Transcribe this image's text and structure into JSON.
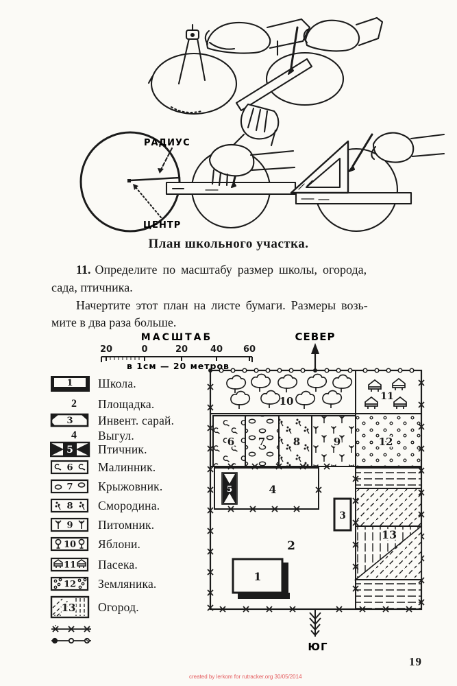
{
  "figure_labels": {
    "radius": "РАДИУС",
    "center": "ЦЕНТР"
  },
  "heading": "План школьного участка.",
  "problem": {
    "number": "11.",
    "line1": "Определите по масштабу размер школы, огорода,",
    "line2": "сада, птичника.",
    "line3": "Начертите этот план на листе бумаги. Размеры возь-",
    "line4": "мите в два раза больше."
  },
  "scale": {
    "title": "МАСШТАБ",
    "ticks": [
      "20",
      "0",
      "20",
      "40",
      "60"
    ],
    "caption": "в 1см — 20 метров"
  },
  "compass": {
    "north": "СЕВЕР",
    "south": "ЮГ"
  },
  "legend": {
    "items": [
      {
        "num": "1",
        "label": "Школа.",
        "symbol": "school-box"
      },
      {
        "num": "2",
        "label": "Площадка.",
        "symbol": "none"
      },
      {
        "num": "3",
        "label": "Инвент. сарай.",
        "symbol": "shed-box"
      },
      {
        "num": "4",
        "label": "Выгул.",
        "symbol": "none"
      },
      {
        "num": "5",
        "label": "Птичник.",
        "symbol": "poultry-house-box"
      },
      {
        "num": "6",
        "label": "Малинник.",
        "symbol": "raspberry-box"
      },
      {
        "num": "7",
        "label": "Крыжовник.",
        "symbol": "gooseberry-box"
      },
      {
        "num": "8",
        "label": "Смородина.",
        "symbol": "currant-box"
      },
      {
        "num": "9",
        "label": "Питомник.",
        "symbol": "nursery-box"
      },
      {
        "num": "10",
        "label": "Яблони.",
        "symbol": "apple-trees-box"
      },
      {
        "num": "11",
        "label": "Пасека.",
        "symbol": "apiary-box"
      },
      {
        "num": "12",
        "label": "Земляника.",
        "symbol": "strawberry-box"
      },
      {
        "num": "13",
        "label": "Огород.",
        "symbol": "garden-box"
      }
    ],
    "fence_icons": [
      "barbed-wire-fence-line-icon",
      "ring-post-fence-line-icon"
    ]
  },
  "page": {
    "number": "19",
    "watermark": "created by lerkom for rutracker.org 30/05/2014"
  }
}
